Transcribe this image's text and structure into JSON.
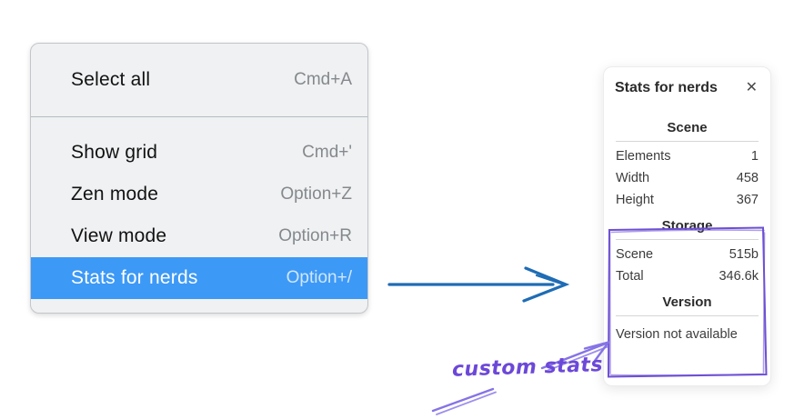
{
  "colors": {
    "menu_background": "#eff1f2",
    "menu_highlight": "#3d99f6",
    "arrow_blue": "#1e6cb5",
    "annotation_text_purple": "#6c48d8",
    "annotation_stroke_purple": "#8673e6",
    "annotation_box_purple": "#6d50d4"
  },
  "menu": {
    "items": [
      {
        "label": "Select all",
        "shortcut": "Cmd+A"
      },
      {
        "label": "Show grid",
        "shortcut": "Cmd+'"
      },
      {
        "label": "Zen mode",
        "shortcut": "Option+Z"
      },
      {
        "label": "View mode",
        "shortcut": "Option+R"
      },
      {
        "label": "Stats for nerds",
        "shortcut": "Option+/",
        "highlighted": true
      }
    ]
  },
  "panel": {
    "title": "Stats for nerds",
    "close_icon": "✕",
    "sections": [
      {
        "heading": "Scene",
        "rows": [
          {
            "label": "Elements",
            "value": "1"
          },
          {
            "label": "Width",
            "value": "458"
          },
          {
            "label": "Height",
            "value": "367"
          }
        ]
      },
      {
        "heading": "Storage",
        "rows": [
          {
            "label": "Scene",
            "value": "515b"
          },
          {
            "label": "Total",
            "value": "346.6k"
          }
        ]
      },
      {
        "heading": "Version",
        "note": "Version not available"
      }
    ]
  },
  "annotation": {
    "label": "custom stats"
  }
}
